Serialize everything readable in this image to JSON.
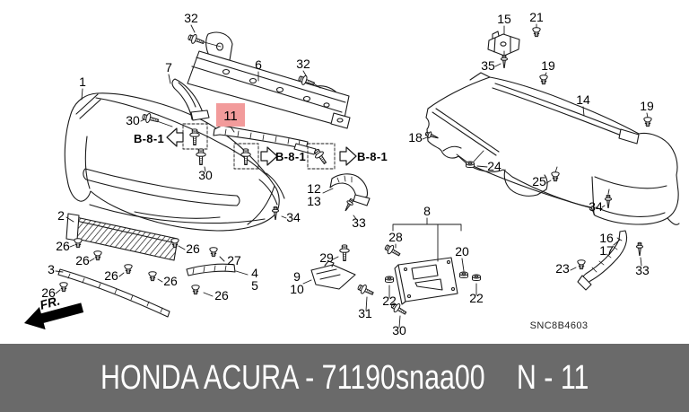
{
  "diagram": {
    "code": "SNC8B4603",
    "fr_label": "FR.",
    "highlight": {
      "label": "11",
      "bg": "#F29B9B",
      "fg": "#7E1A1A"
    },
    "b81_labels": [
      "B-8-1",
      "B-8-1",
      "B-8-1"
    ],
    "callouts": [
      {
        "part": "1",
        "label": "1"
      },
      {
        "part": "32",
        "label": "32"
      },
      {
        "part": "7",
        "label": "7"
      },
      {
        "part": "6",
        "label": "6"
      },
      {
        "part": "32",
        "label": "32"
      },
      {
        "part": "30",
        "label": "30"
      },
      {
        "part": "30",
        "label": "30"
      },
      {
        "part": "12",
        "label": "12"
      },
      {
        "part": "13",
        "label": "13"
      },
      {
        "part": "33",
        "label": "33"
      },
      {
        "part": "34",
        "label": "34"
      },
      {
        "part": "2",
        "label": "2"
      },
      {
        "part": "26",
        "label": "26"
      },
      {
        "part": "26",
        "label": "26"
      },
      {
        "part": "26",
        "label": "26"
      },
      {
        "part": "27",
        "label": "27"
      },
      {
        "part": "3",
        "label": "3"
      },
      {
        "part": "26",
        "label": "26"
      },
      {
        "part": "26",
        "label": "26"
      },
      {
        "part": "26",
        "label": "26"
      },
      {
        "part": "26",
        "label": "26"
      },
      {
        "part": "4",
        "label": "4"
      },
      {
        "part": "5",
        "label": "5"
      },
      {
        "part": "28",
        "label": "28"
      },
      {
        "part": "29",
        "label": "29"
      },
      {
        "part": "9",
        "label": "9"
      },
      {
        "part": "10",
        "label": "10"
      },
      {
        "part": "8",
        "label": "8"
      },
      {
        "part": "20",
        "label": "20"
      },
      {
        "part": "22",
        "label": "22"
      },
      {
        "part": "22",
        "label": "22"
      },
      {
        "part": "31",
        "label": "31"
      },
      {
        "part": "30",
        "label": "30"
      },
      {
        "part": "15",
        "label": "15"
      },
      {
        "part": "21",
        "label": "21"
      },
      {
        "part": "35",
        "label": "35"
      },
      {
        "part": "19",
        "label": "19"
      },
      {
        "part": "14",
        "label": "14"
      },
      {
        "part": "19",
        "label": "19"
      },
      {
        "part": "18",
        "label": "18"
      },
      {
        "part": "24",
        "label": "24"
      },
      {
        "part": "25",
        "label": "25"
      },
      {
        "part": "34",
        "label": "34"
      },
      {
        "part": "16",
        "label": "16"
      },
      {
        "part": "17",
        "label": "17"
      },
      {
        "part": "23",
        "label": "23"
      },
      {
        "part": "33",
        "label": "33"
      }
    ]
  },
  "footer": {
    "brand_line": "HONDA ACURA - 71190snaa00",
    "page_ref": "N - 11",
    "bg": "#6A6A6A",
    "fg": "#FFFFFF"
  }
}
